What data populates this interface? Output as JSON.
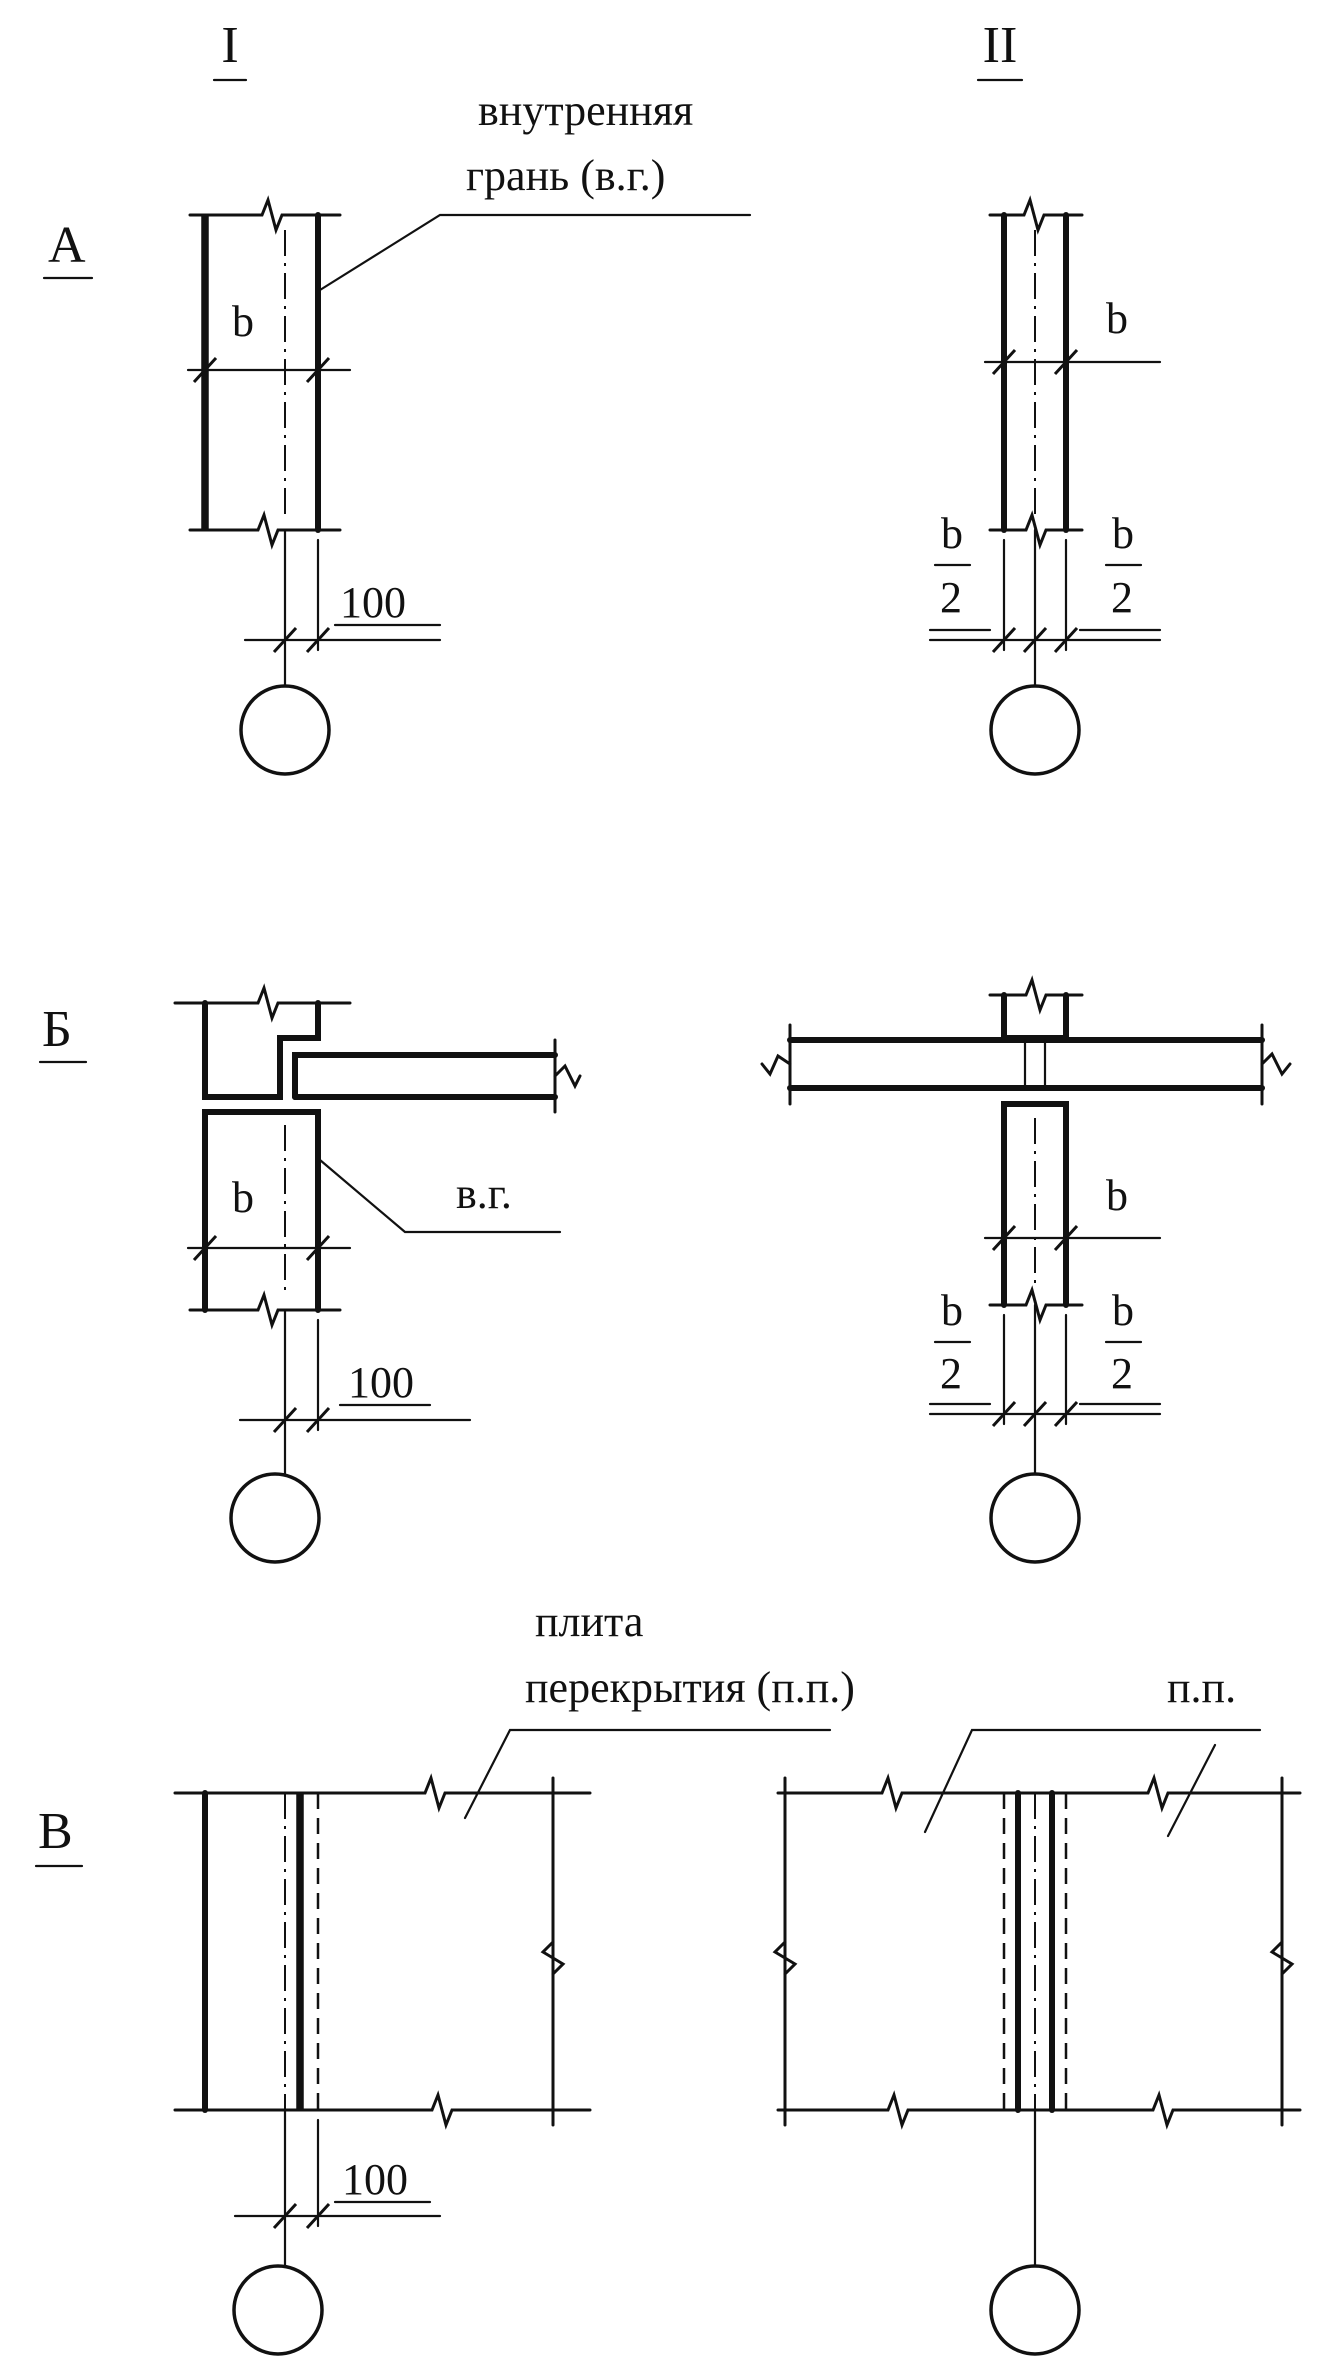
{
  "columns": {
    "col1": "I",
    "col2": "II"
  },
  "rows": {
    "rowA": "А",
    "rowB": "Б",
    "rowV": "В"
  },
  "labels": {
    "inner_face_line1": "внутренняя",
    "inner_face_line2": "грань (в.г.)",
    "inner_face_short": "в.г.",
    "slab_line1": "плита",
    "slab_line2": "перекрытия (п.п.)",
    "slab_short": "п.п."
  },
  "dimensions": {
    "offset": "100",
    "wall_thickness": "b",
    "half_num": "b",
    "half_den": "2"
  }
}
